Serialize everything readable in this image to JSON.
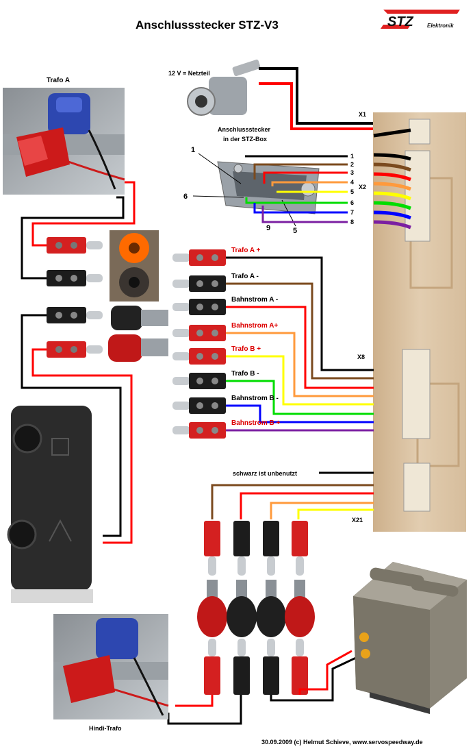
{
  "header": {
    "title": "Anschlussstecker STZ-V3",
    "logo_text": "STZ",
    "logo_sub": "Elektronik"
  },
  "power": {
    "label": "12 V = Netzteil",
    "socket_caption_line1": "Anschlussstecker",
    "socket_caption_line2": "in der STZ-Box"
  },
  "trafo_a": {
    "label": "Trafo A"
  },
  "hindi": {
    "label": "Hindi-Trafo"
  },
  "connectors": {
    "x1": "X1",
    "x2": "X2",
    "x8": "X8",
    "x21": "X21"
  },
  "dsub": {
    "callouts": [
      "1",
      "6",
      "9",
      "5"
    ],
    "pins": [
      "1",
      "2",
      "3",
      "4",
      "5",
      "6",
      "7",
      "8"
    ],
    "pin_colors": [
      "#000000",
      "#7b4a1e",
      "#ff0000",
      "#ff9a3c",
      "#ffff00",
      "#00dd00",
      "#0000ff",
      "#7b1fa2"
    ]
  },
  "plugs": [
    {
      "label": "Trafo A +",
      "color": "#dd0000"
    },
    {
      "label": "Trafo A -",
      "color": "#000000"
    },
    {
      "label": "Bahnstrom A -",
      "color": "#000000"
    },
    {
      "label": "Bahnstrom A+",
      "color": "#dd0000"
    },
    {
      "label": "Trafo B +",
      "color": "#dd0000"
    },
    {
      "label": "Trafo B -",
      "color": "#000000"
    },
    {
      "label": "Bahnstrom  B -",
      "color": "#000000"
    },
    {
      "label": "Bahnstrom B +",
      "color": "#dd0000"
    }
  ],
  "note": {
    "unused": "schwarz ist unbenutzt"
  },
  "footer": {
    "credit": "30.09.2009 (c) Helmut Schieve, www.servospeedway.de"
  },
  "colors": {
    "black": "#000000",
    "brown": "#7b4a1e",
    "red": "#ff0000",
    "orange": "#ff9a3c",
    "yellow": "#ffff00",
    "green": "#00dd00",
    "blue": "#0000ff",
    "purple": "#7b1fa2",
    "board": "#d9c3a3",
    "plug_red": "#d42020",
    "plug_black": "#1c1c1c"
  }
}
